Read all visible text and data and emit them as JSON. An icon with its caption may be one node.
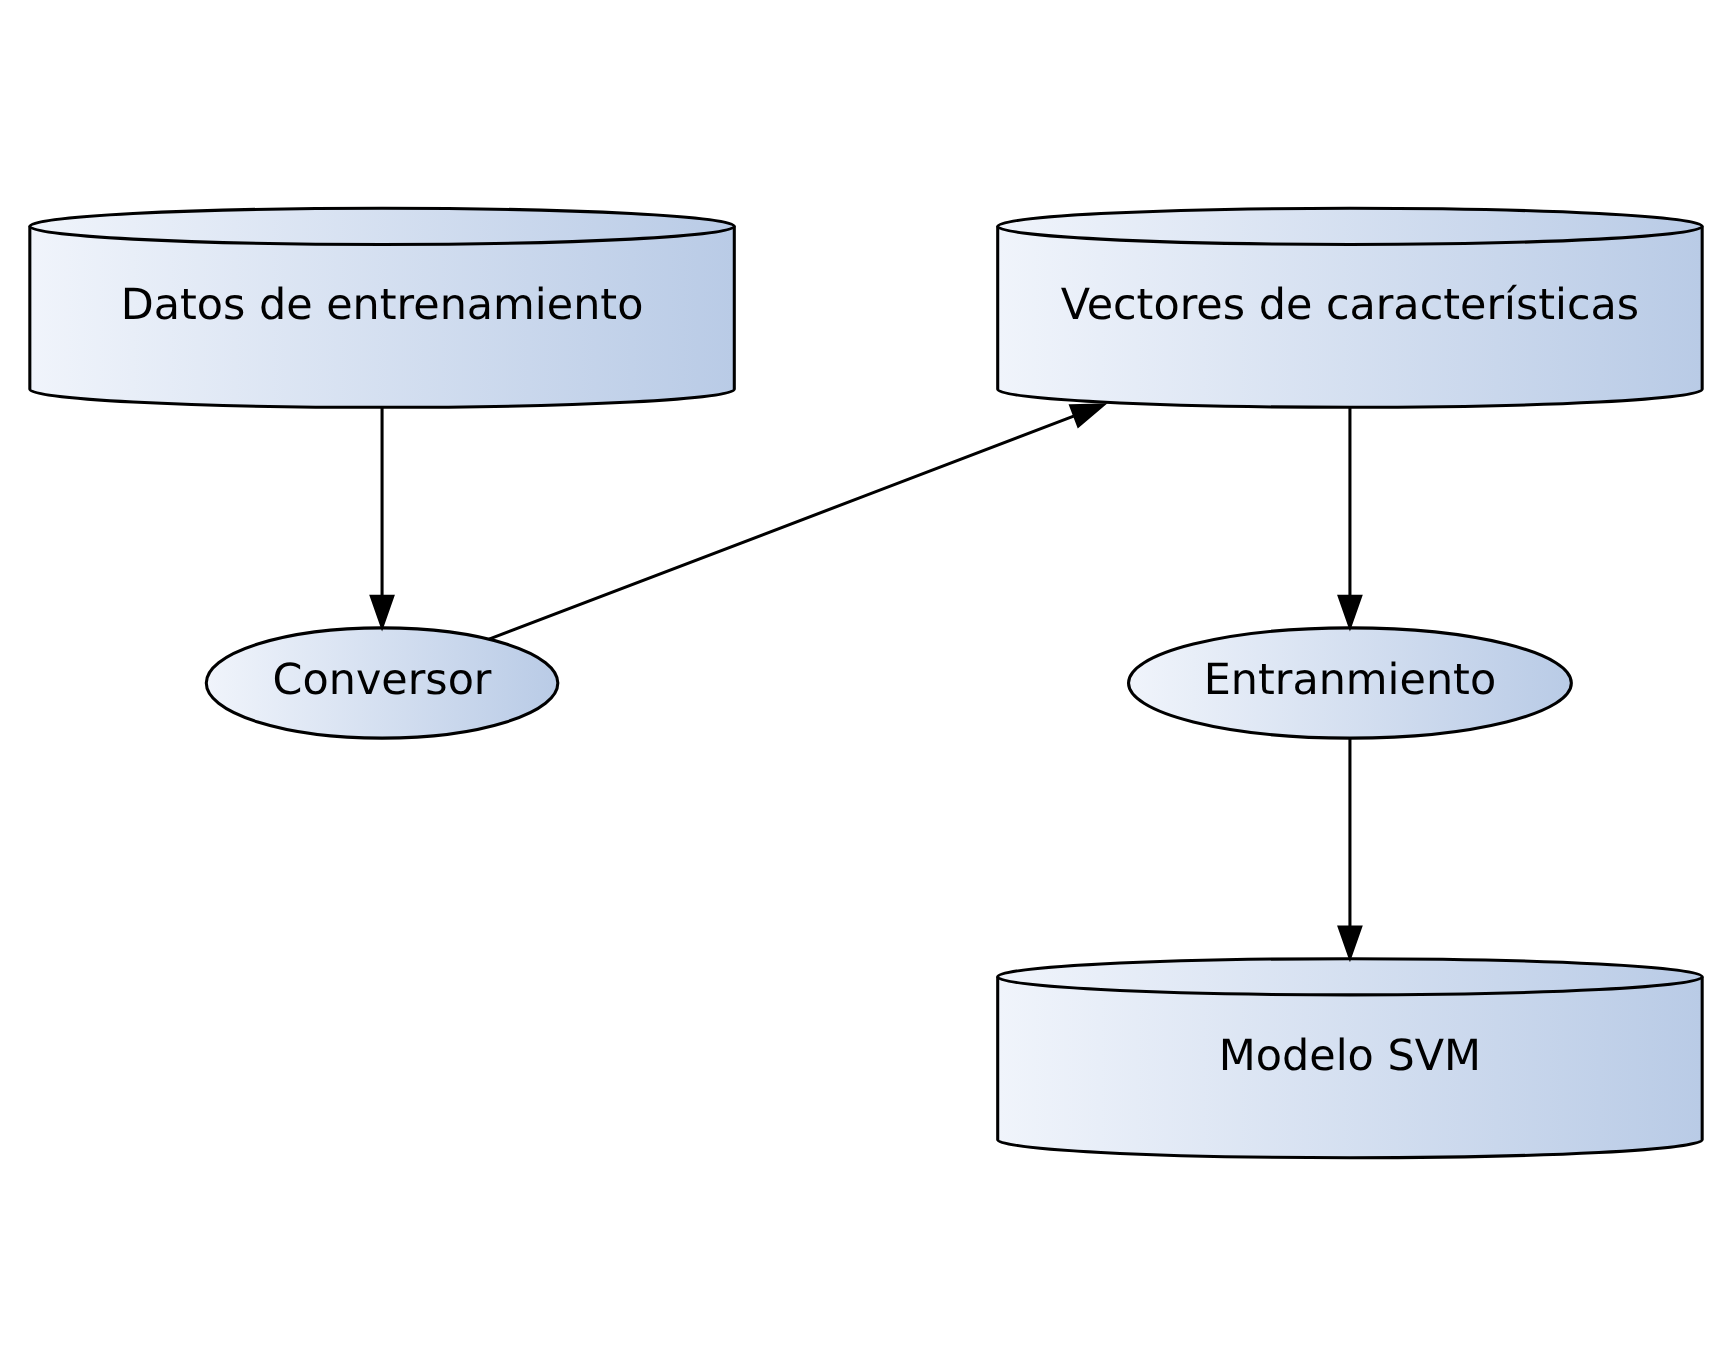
{
  "diagram": {
    "nodes": [
      {
        "text": [
          "Datos de entrenamiento"
        ]
      },
      {
        "text": [
          "Vectores de características"
        ]
      },
      {
        "text": [
          "Conversor"
        ]
      },
      {
        "text": [
          "Entranmiento"
        ]
      },
      {
        "text": [
          "Modelo SVM"
        ]
      }
    ],
    "edges": [
      {
        "from": 0,
        "to": 2,
        "arrow": "to"
      },
      {
        "from": 2,
        "to": 1,
        "arrow": "to"
      },
      {
        "from": 1,
        "to": 3,
        "arrow": "to"
      },
      {
        "from": 3,
        "to": 4,
        "arrow": "to"
      }
    ]
  }
}
